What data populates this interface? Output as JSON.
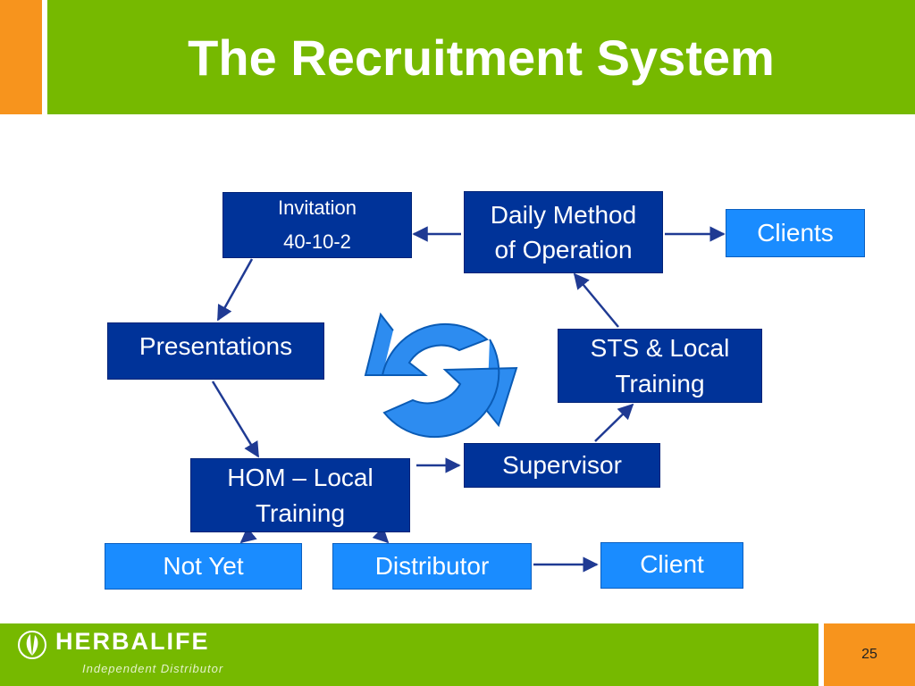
{
  "title": "The Recruitment System",
  "boxes": {
    "invitation": {
      "line1": "Invitation",
      "line2": "40-10-2"
    },
    "daily_method": {
      "line1": "Daily Method",
      "line2": "of Operation"
    },
    "clients": {
      "label": "Clients"
    },
    "presentations": {
      "label": "Presentations"
    },
    "sts": {
      "line1": "STS & Local",
      "line2": "Training"
    },
    "supervisor": {
      "label": "Supervisor"
    },
    "hom": {
      "line1": "HOM – Local",
      "line2": "Training"
    },
    "not_yet": {
      "label": "Not Yet"
    },
    "distributor": {
      "label": "Distributor"
    },
    "client": {
      "label": "Client"
    }
  },
  "footer": {
    "brand": "HERBALIFE",
    "tagline": "Independent Distributor",
    "page_number": "25"
  },
  "colors": {
    "header_green": "#76b900",
    "accent_orange": "#f7941d",
    "dark_box": "#003399",
    "light_box": "#1a8cff"
  }
}
